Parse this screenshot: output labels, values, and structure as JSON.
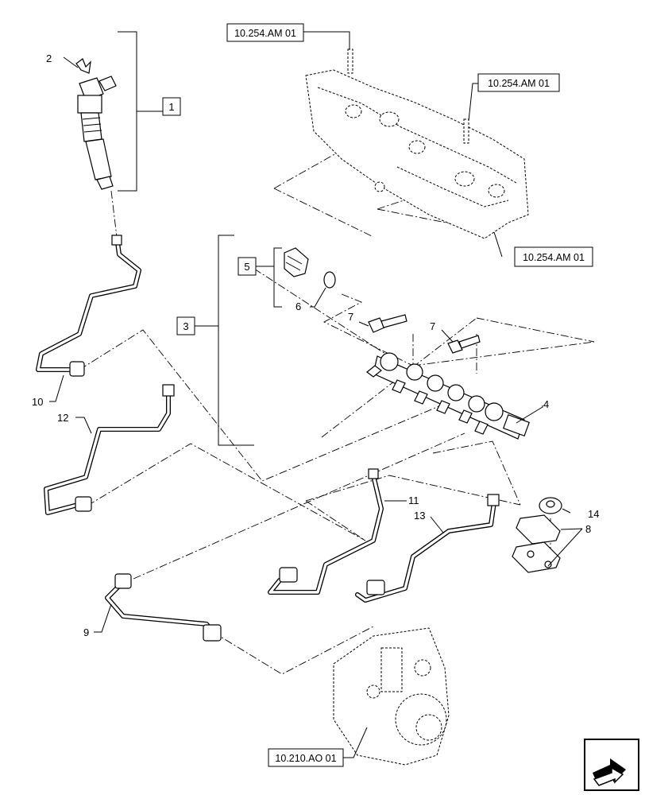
{
  "references": {
    "top_left": "10.254.AM 01",
    "top_right": "10.254.AM 01",
    "lower_right": "10.254.AM 01",
    "bottom": "10.210.AO 01"
  },
  "group_labels": {
    "group_1": "1",
    "group_3": "3",
    "group_5": "5"
  },
  "callouts": {
    "c2": "2",
    "c4": "4",
    "c6": "6",
    "c7a": "7",
    "c7b": "7",
    "c8": "8",
    "c9": "9",
    "c10": "10",
    "c11": "11",
    "c12": "12",
    "c13": "13",
    "c14": "14"
  },
  "icons": {
    "corner": "page-navigation-arrow-icon"
  }
}
